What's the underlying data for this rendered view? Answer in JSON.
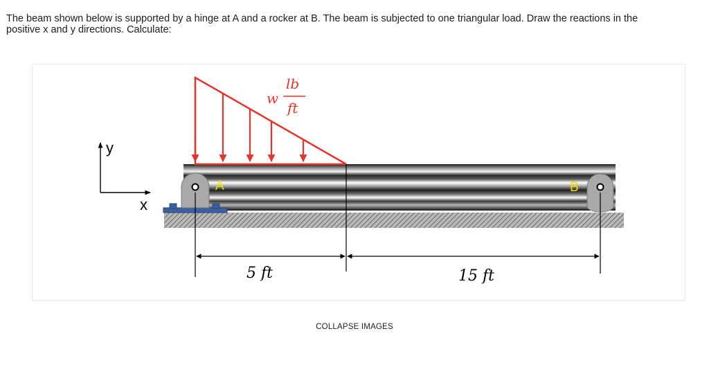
{
  "question": {
    "line1": "The beam shown below is supported by a hinge at A and a rocker at B. The beam is subjected to one triangular load. Draw the reactions in the",
    "line2": "positive x and y directions. Calculate:"
  },
  "diagram": {
    "load_label_w": "w",
    "load_label_num": "lb",
    "load_label_den": "ft",
    "support_a_label": "A",
    "support_b_label": "B",
    "axis_y_label": "y",
    "axis_x_label": "x",
    "dim1_label": "5 ft",
    "dim2_label": "15 ft",
    "colors": {
      "load": "#e8332a",
      "labels": "#f5e000",
      "support": "#a9a9a9",
      "baseplate": "#3b5fa0",
      "ground": "#8a8a8a"
    }
  },
  "footer": {
    "collapse_label": "COLLAPSE IMAGES"
  }
}
